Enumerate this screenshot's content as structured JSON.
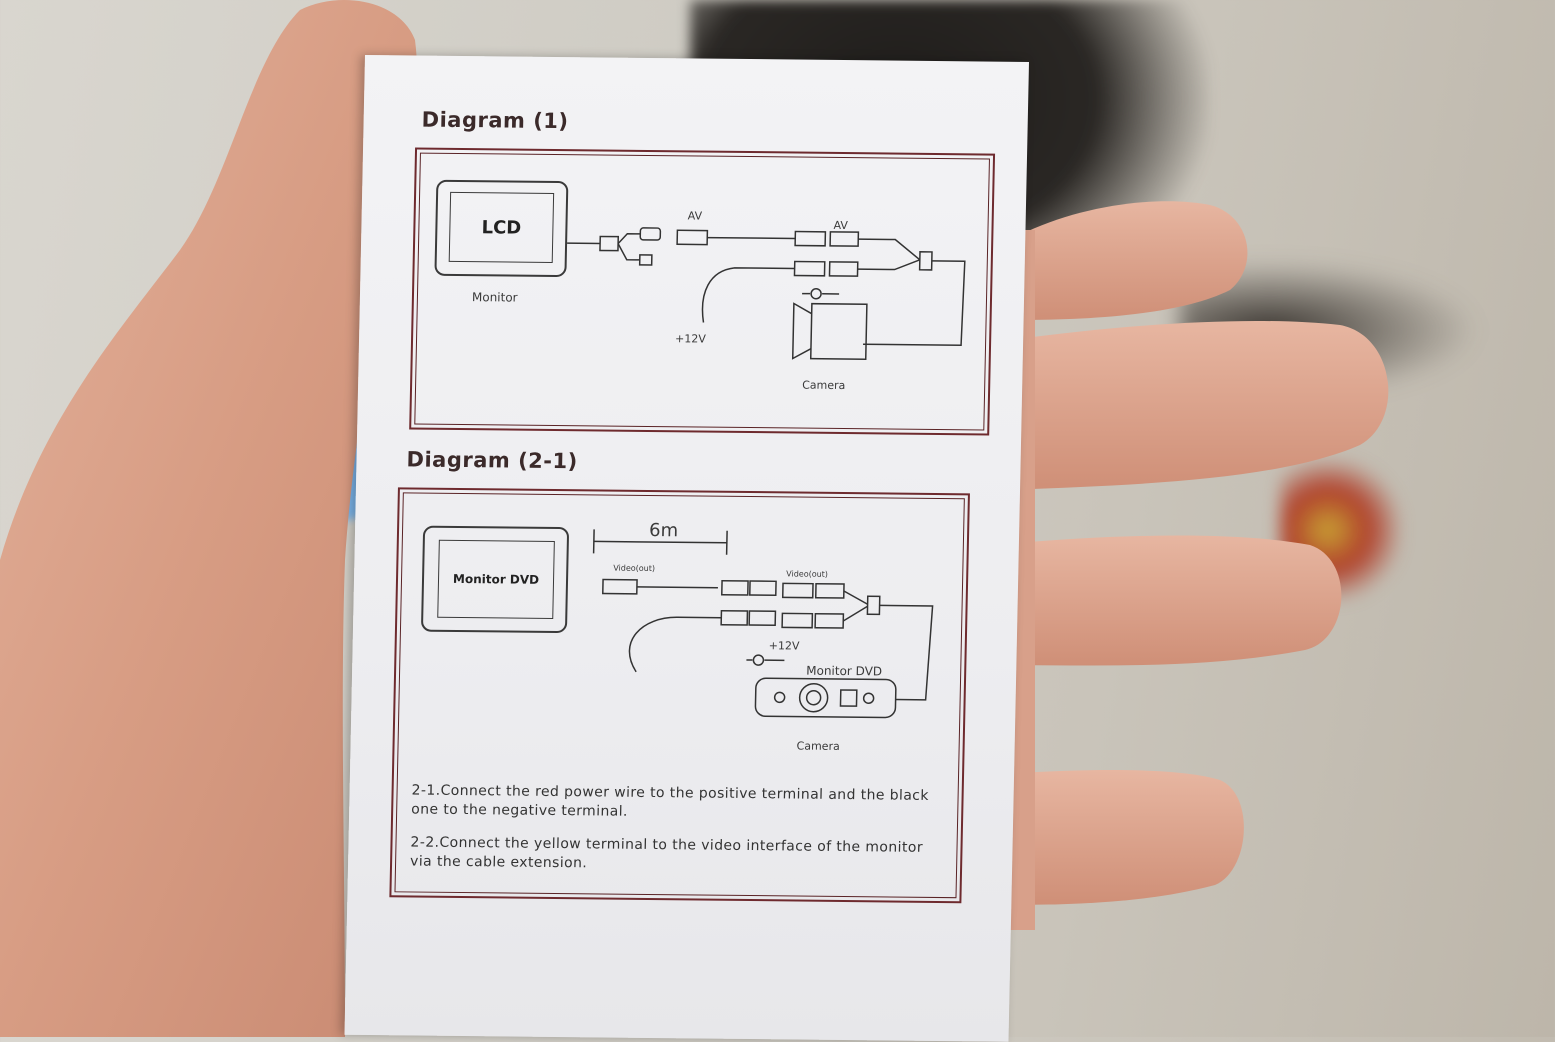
{
  "diagram1": {
    "title": "Diagram (1)",
    "monitor_screen_label": "LCD",
    "monitor_label": "Monitor",
    "av_left": "AV",
    "av_right": "AV",
    "power_label": "+12V",
    "camera_label": "Camera"
  },
  "diagram2": {
    "title": "Diagram (2-1)",
    "monitor_screen_label": "Monitor DVD",
    "length_label": "6m",
    "video_out_left": "Video(out)",
    "video_out_right": "Video(out)",
    "power_label": "+12V",
    "monitor_dvd_label": "Monitor DVD",
    "camera_label": "Camera",
    "instruction_1": "2-1.Connect the red power wire to the positive terminal and the black one to the negative terminal.",
    "instruction_2": "2-2.Connect the yellow terminal to the video interface of the monitor via the cable extension."
  },
  "colors": {
    "frame": "#6e2a2e",
    "paper": "#eeeef1",
    "skin": "#d99f87"
  }
}
